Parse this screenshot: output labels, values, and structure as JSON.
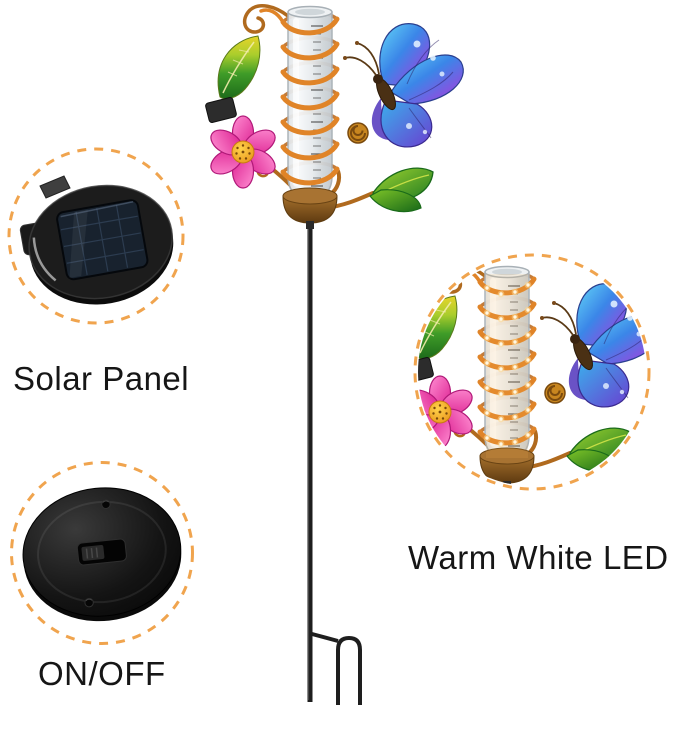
{
  "image": {
    "type": "annotated product photo",
    "subject": "Solar butterfly rain gauge garden stake with callout details"
  },
  "callouts": {
    "solar_panel": {
      "label": "Solar Panel"
    },
    "on_off": {
      "label": "ON/OFF"
    },
    "warm_white_led": {
      "label": "Warm White LED"
    }
  },
  "colors": {
    "callout_dash": "#f0a44e",
    "label_text": "#161616",
    "spiral_copper": "#e08428",
    "copper_dark": "#b06a1e",
    "stake": "#1e1e1e",
    "butterfly_blue": "#3b86e8",
    "butterfly_purple": "#8a50e0",
    "flower_pink": "#dc1f90",
    "flower_center": "#e8931a",
    "leaf_green": "#1f7a22",
    "glass": "#e7ebee",
    "led_glow": "#fff8e4",
    "solar_cell": "#18222e",
    "device_black": "#141414"
  }
}
